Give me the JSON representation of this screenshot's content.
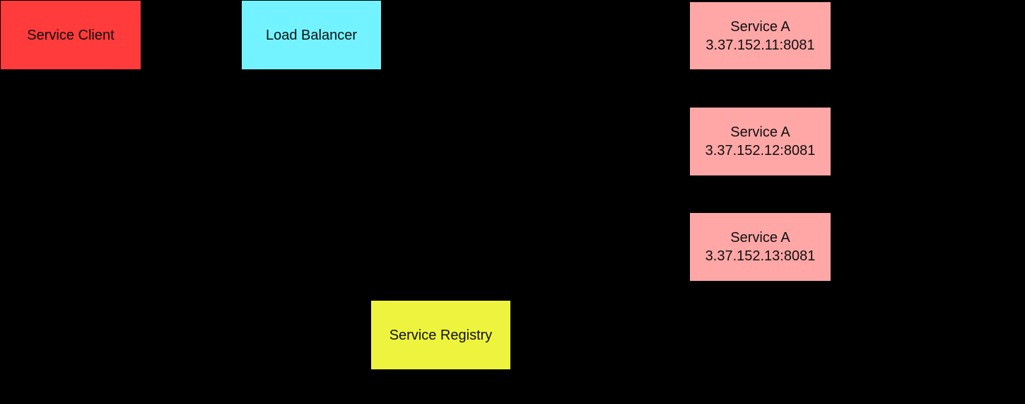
{
  "colors": {
    "background": "#000000",
    "text": "#101010",
    "client_fill": "#ff3b3b",
    "load_balancer_fill": "#73f3ff",
    "service_instance_fill": "#ffa6a6",
    "registry_fill": "#eef43e"
  },
  "nodes": {
    "client": {
      "label": "Service Client"
    },
    "load_balancer": {
      "label": "Load Balancer"
    },
    "service_a_1": {
      "label": "Service A",
      "address": "3.37.152.11:8081"
    },
    "service_a_2": {
      "label": "Service A",
      "address": "3.37.152.12:8081"
    },
    "service_a_3": {
      "label": "Service A",
      "address": "3.37.152.13:8081"
    },
    "registry": {
      "label": "Service Registry"
    }
  }
}
